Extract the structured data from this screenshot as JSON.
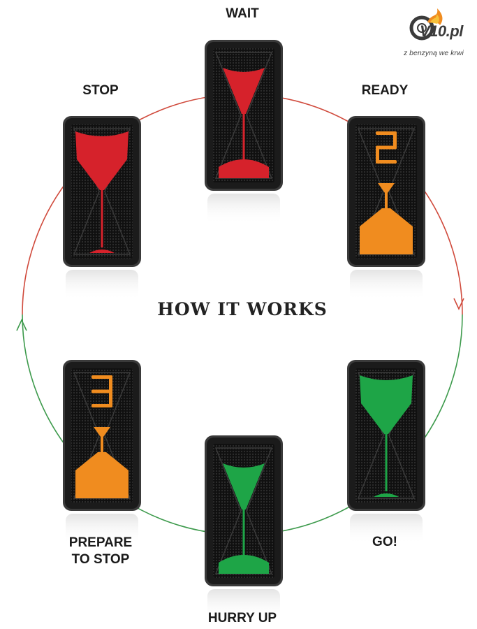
{
  "title": "HOW IT WORKS",
  "logo": {
    "brand": "V10.pl",
    "tagline": "z benzyną we krwi"
  },
  "stages": [
    {
      "id": "wait",
      "label": [
        "WAIT"
      ],
      "color": "#d6222b",
      "display": "sand-falling",
      "digit": ""
    },
    {
      "id": "ready",
      "label": [
        "READY"
      ],
      "color": "#f08c1f",
      "display": "countdown",
      "digit": "2"
    },
    {
      "id": "go",
      "label": [
        "GO!"
      ],
      "color": "#1ea547",
      "display": "sand-full-top",
      "digit": ""
    },
    {
      "id": "hurry-up",
      "label": [
        "HURRY UP"
      ],
      "color": "#1ea547",
      "display": "sand-falling",
      "digit": ""
    },
    {
      "id": "prepare-to-stop",
      "label": [
        "PREPARE",
        "TO STOP"
      ],
      "color": "#f08c1f",
      "display": "countdown",
      "digit": "3"
    },
    {
      "id": "stop",
      "label": [
        "STOP"
      ],
      "color": "#d6222b",
      "display": "sand-full-top",
      "digit": ""
    }
  ],
  "colors": {
    "red": "#d6222b",
    "amber": "#f08c1f",
    "green": "#1ea547",
    "housing": "#1b1b1b",
    "cycle_red": "#d04a3c",
    "cycle_green": "#3d9a4c"
  }
}
